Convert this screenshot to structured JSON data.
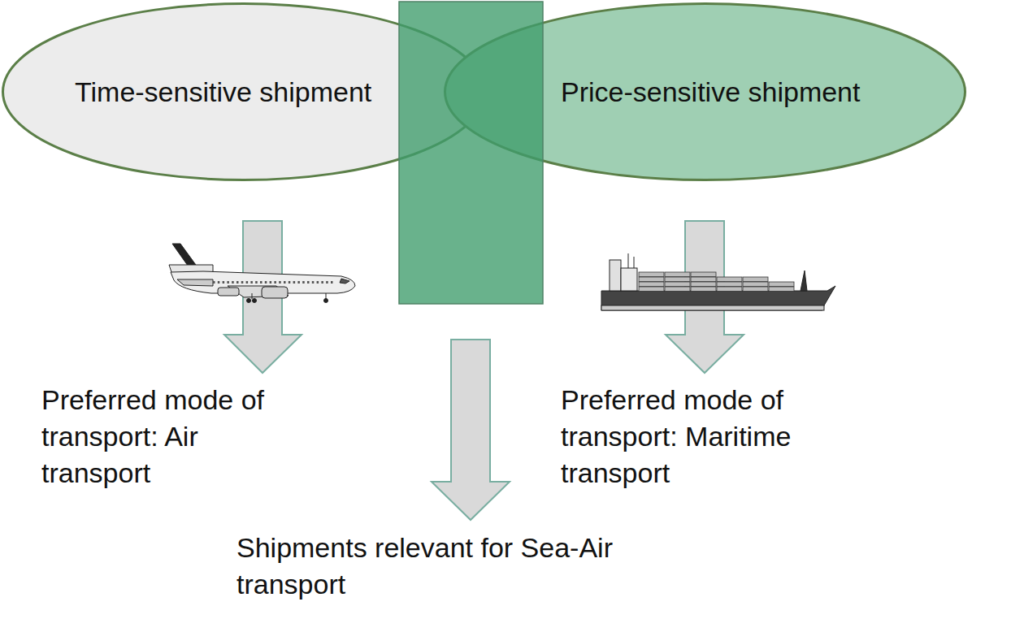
{
  "diagram": {
    "nodes": [
      {
        "text": [
          "Time-sensitive shipment"
        ]
      },
      {
        "text": [
          "Price-sensitive shipment"
        ]
      }
    ],
    "labels": [
      "Preferred mode of transport: Air transport",
      "Preferred mode of transport: Maritime transport",
      "Shipments relevant for Sea-Air transport"
    ]
  }
}
